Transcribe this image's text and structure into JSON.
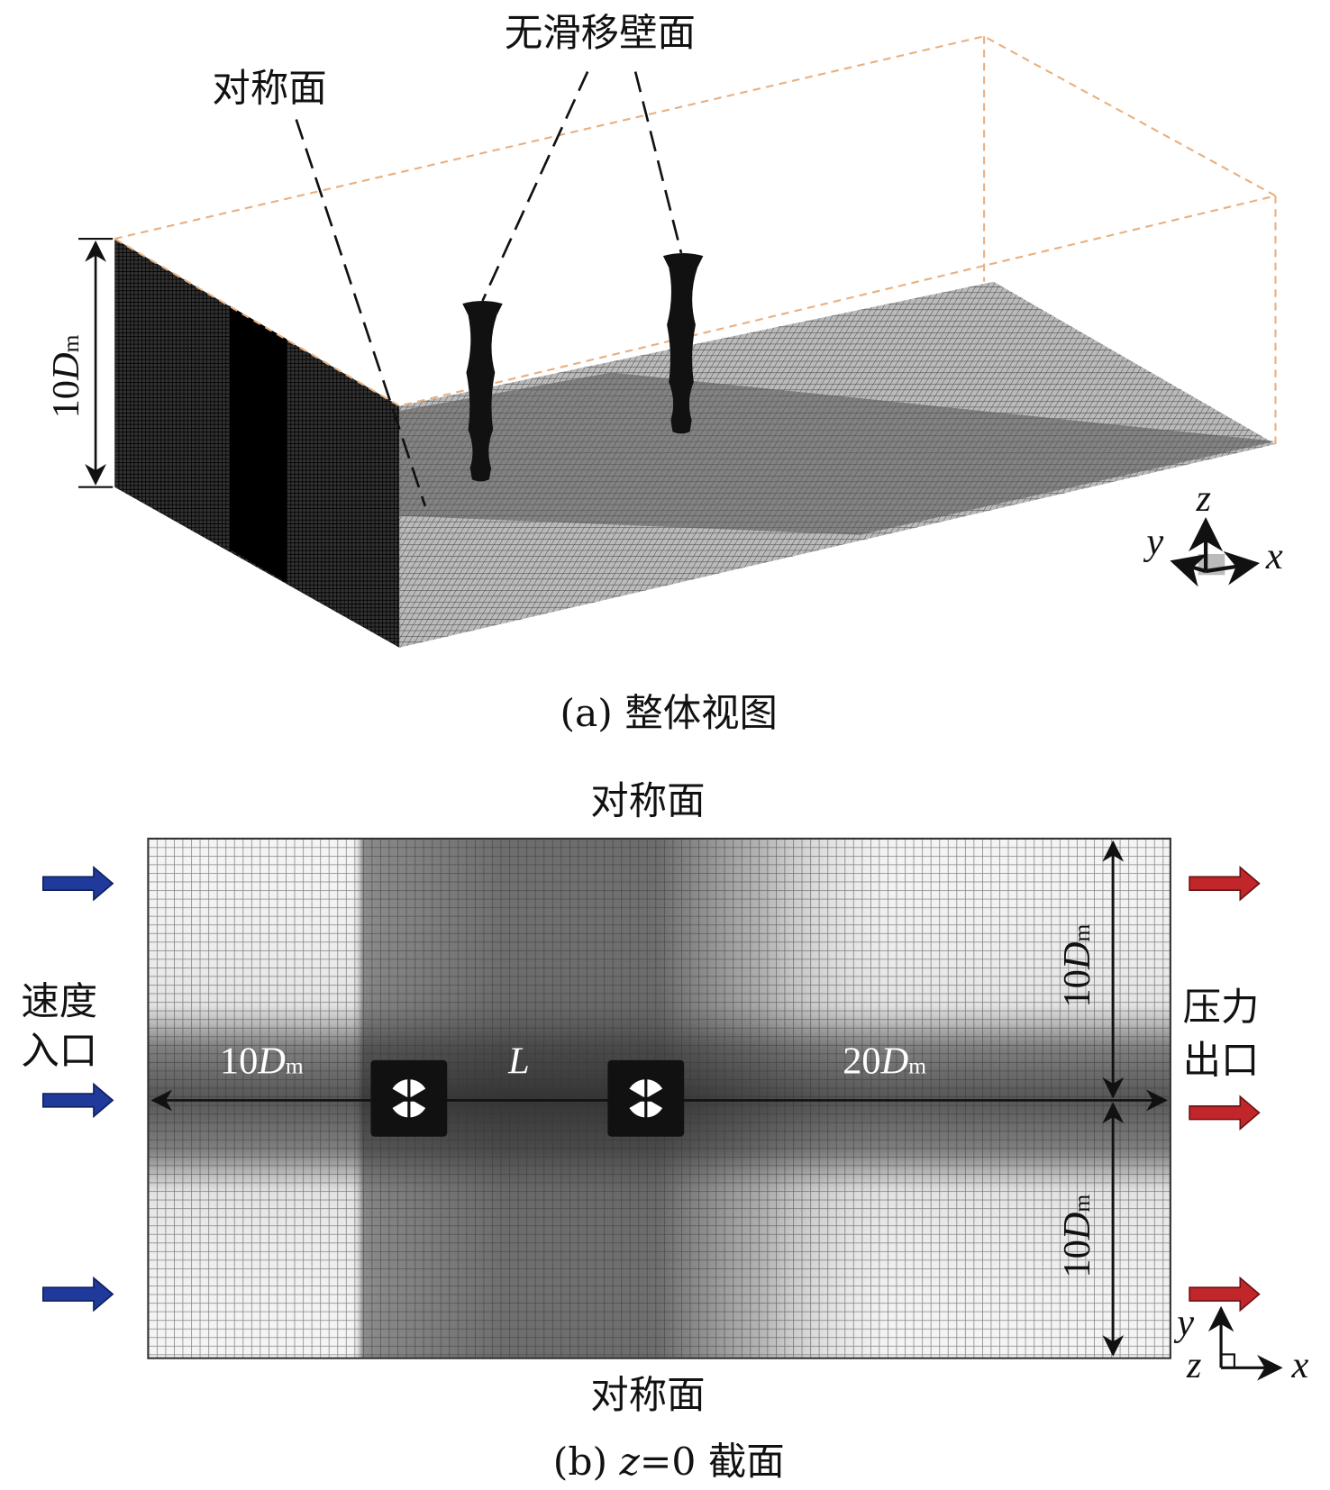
{
  "panel_a": {
    "label_symmetry": "对称面",
    "label_noslip": "无滑移壁面",
    "height_dim": {
      "num": "10",
      "sym": "D",
      "sub": "m"
    },
    "axes": {
      "z": "z",
      "y": "y",
      "x": "x"
    },
    "caption": "(a) 整体视图"
  },
  "panel_b": {
    "label_top": "对称面",
    "label_bottom": "对称面",
    "inlet_line1": "速度",
    "inlet_line2": "入口",
    "outlet_line1": "压力",
    "outlet_line2": "出口",
    "dim_upstream": {
      "num": "10",
      "sym": "D",
      "sub": "m"
    },
    "dim_spacing": "L",
    "dim_downstream": {
      "num": "20",
      "sym": "D",
      "sub": "m"
    },
    "dim_upper": {
      "num": "10",
      "sym": "D",
      "sub": "m"
    },
    "dim_lower": {
      "num": "10",
      "sym": "D",
      "sub": "m"
    },
    "axes": {
      "y": "y",
      "z": "z",
      "x": "x"
    },
    "caption_pre": "(b) ",
    "caption_var": "z",
    "caption_post": "=0 截面",
    "inlet_color": "#1f3a9a",
    "outlet_color": "#c0262a"
  }
}
